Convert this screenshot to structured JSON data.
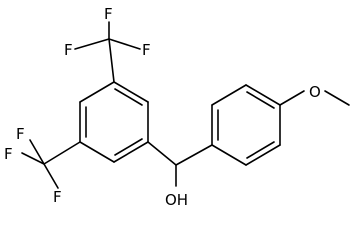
{
  "molecule": {
    "atoms": {
      "f_top_left": "F",
      "f_top_right": "F",
      "f_top_bottom": "F",
      "f_left_left": "F",
      "f_left_top": "F",
      "f_left_bottom": "F",
      "methoxy_o": "O",
      "hydroxyl": "OH"
    }
  }
}
